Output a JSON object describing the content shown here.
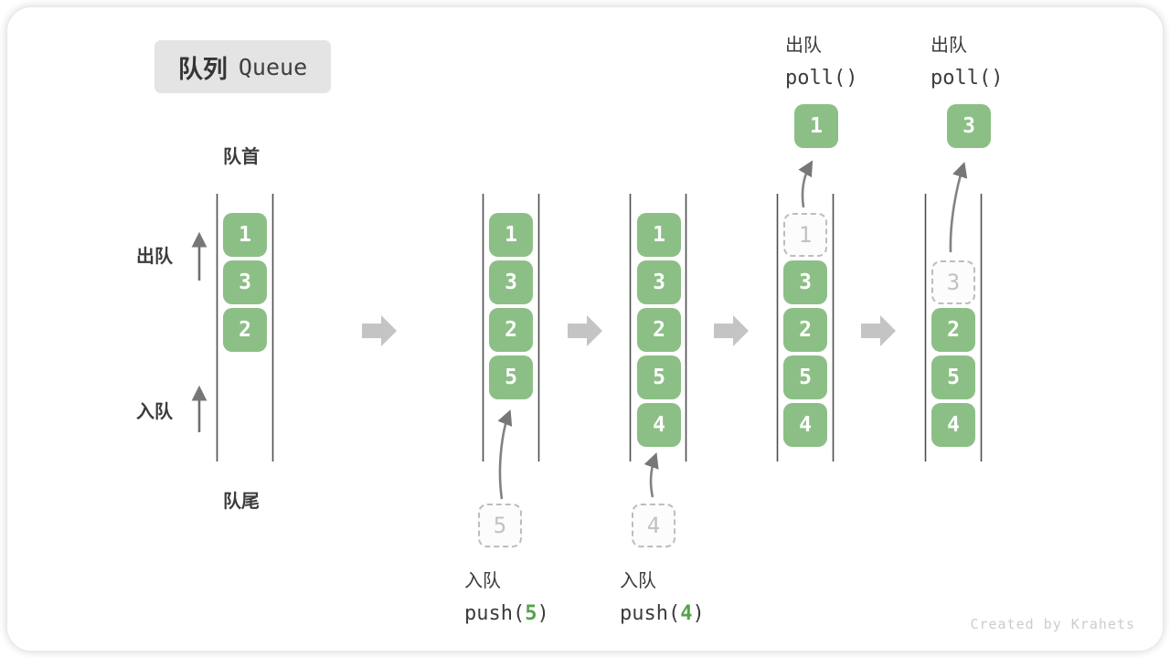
{
  "title": {
    "zh": "队列",
    "en": "Queue"
  },
  "labels": {
    "front": "队首",
    "rear": "队尾",
    "dequeue": "出队",
    "enqueue": "入队"
  },
  "states": [
    {
      "queue": [
        "1",
        "3",
        "2"
      ]
    },
    {
      "queue": [
        "1",
        "3",
        "2",
        "5"
      ],
      "incoming": "5"
    },
    {
      "queue": [
        "1",
        "3",
        "2",
        "5",
        "4"
      ],
      "incoming": "4"
    },
    {
      "queue": [
        "3",
        "2",
        "5",
        "4"
      ],
      "removed": "1",
      "popped": "1"
    },
    {
      "queue": [
        "2",
        "5",
        "4"
      ],
      "removed": "3",
      "popped": "3"
    }
  ],
  "operations": {
    "push5": {
      "label": "入队",
      "code_open": "push(",
      "arg": "5",
      "code_close": ")"
    },
    "push4": {
      "label": "入队",
      "code_open": "push(",
      "arg": "4",
      "code_close": ")"
    },
    "poll1": {
      "label": "出队",
      "code": "poll()"
    },
    "poll2": {
      "label": "出队",
      "code": "poll()"
    }
  },
  "watermark": "Created by Krahets",
  "colors": {
    "box_green": "#8CBF86",
    "arg_green": "#56A24C",
    "block_arrow": "#C4C4C4",
    "wall_line": "#4E4E4E",
    "thin_arrow": "#777777"
  }
}
